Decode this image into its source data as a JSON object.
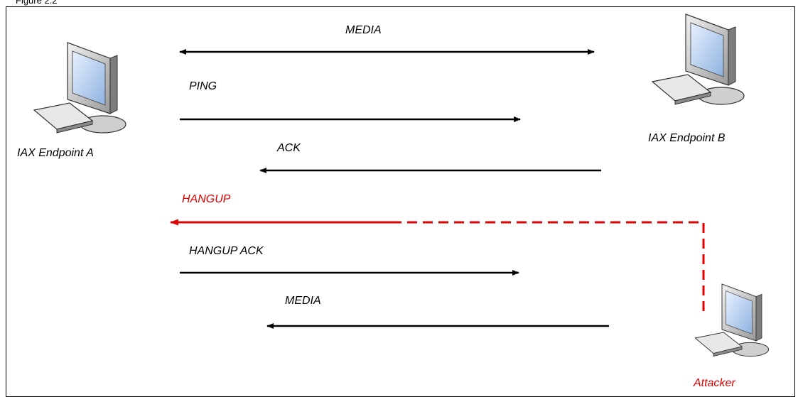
{
  "figure_caption": "Figure 2.2",
  "nodes": {
    "endpoint_a": "IAX Endpoint A",
    "endpoint_b": "IAX Endpoint B",
    "attacker": "Attacker"
  },
  "messages": {
    "media_top": "MEDIA",
    "ping": "PING",
    "ack": "ACK",
    "hangup": "HANGUP",
    "hangup_ack": "HANGUP ACK",
    "media_bottom": "MEDIA"
  },
  "colors": {
    "normal": "#000000",
    "attack": "#e00000"
  }
}
